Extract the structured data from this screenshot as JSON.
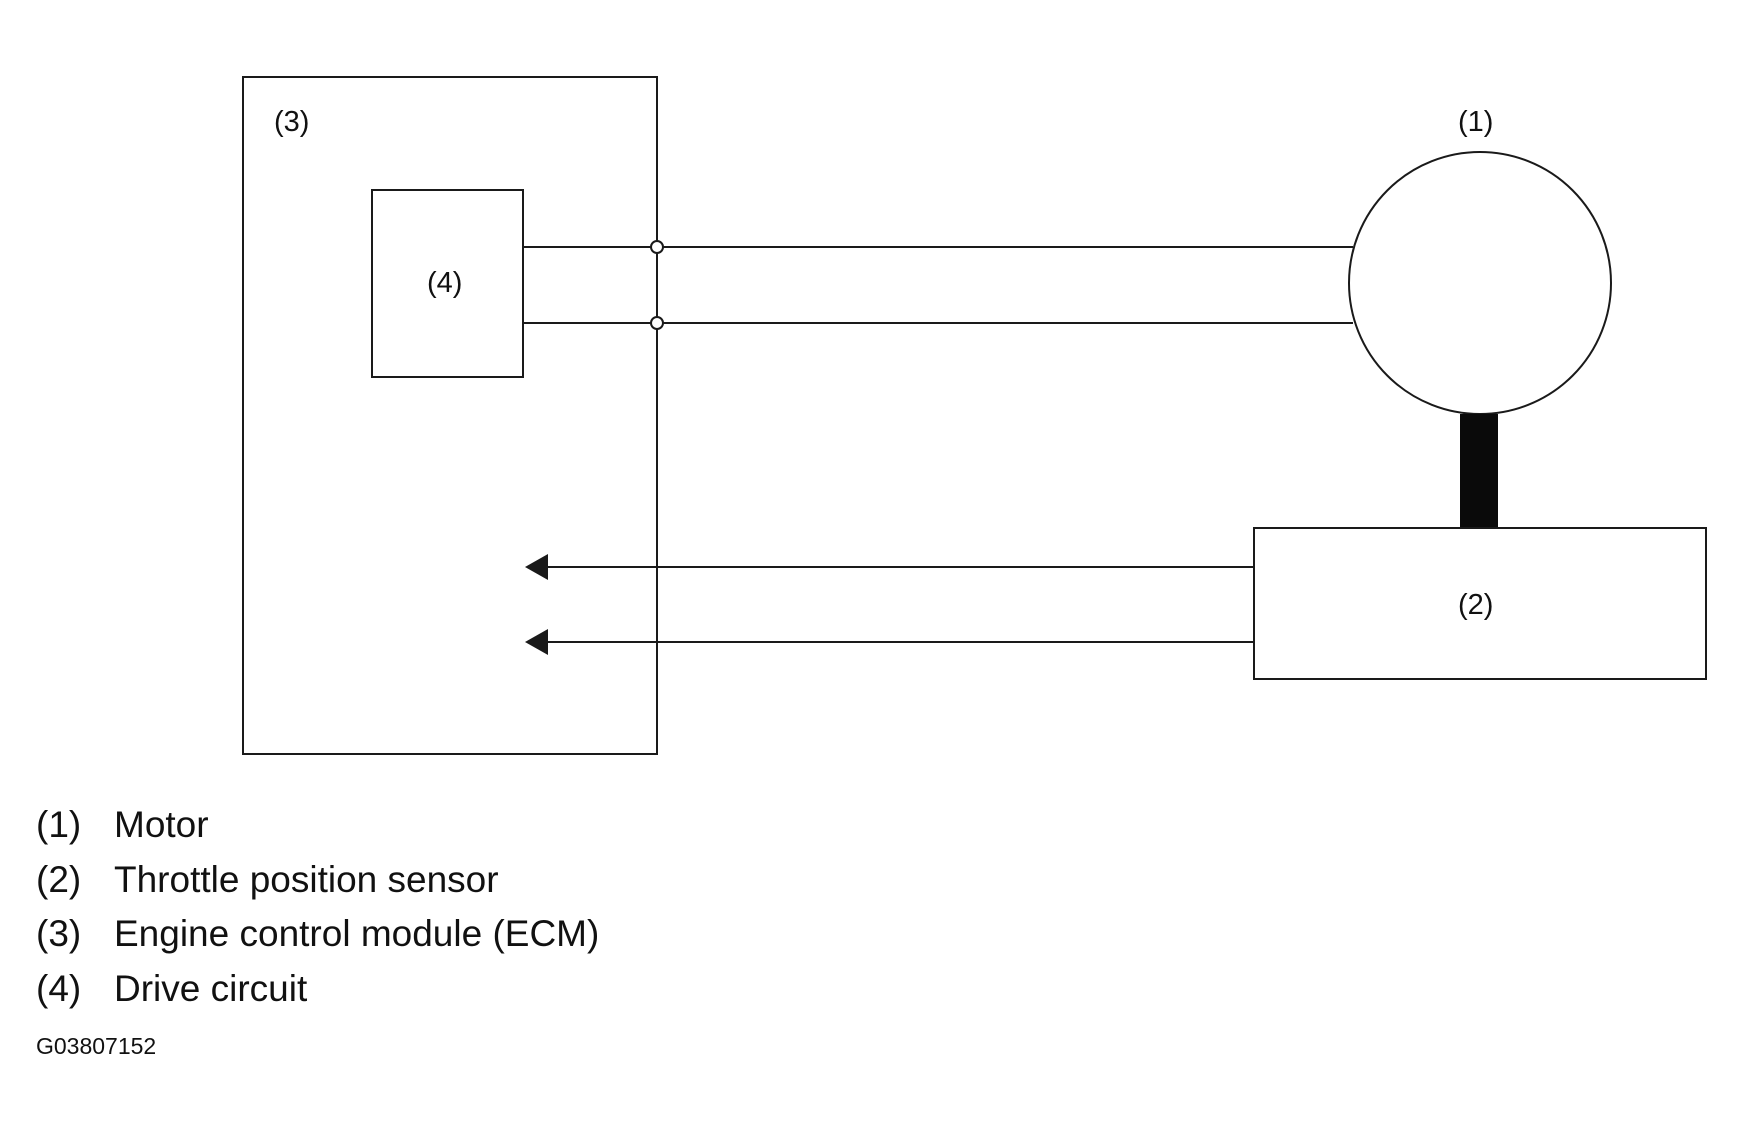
{
  "diagram": {
    "components": {
      "motor": {
        "callout": "(1)"
      },
      "throttle_position_sensor": {
        "callout": "(2)"
      },
      "ecm": {
        "callout": "(3)"
      },
      "drive_circuit": {
        "callout": "(4)"
      }
    },
    "legend": [
      {
        "num": "(1)",
        "label": "Motor"
      },
      {
        "num": "(2)",
        "label": "Throttle position sensor"
      },
      {
        "num": "(3)",
        "label": "Engine control module (ECM)"
      },
      {
        "num": "(4)",
        "label": "Drive circuit"
      }
    ],
    "figure_id": "G03807152",
    "colors": {
      "line": "#1a1a1a",
      "shaft": "#0a0a0a",
      "background": "#ffffff"
    }
  }
}
